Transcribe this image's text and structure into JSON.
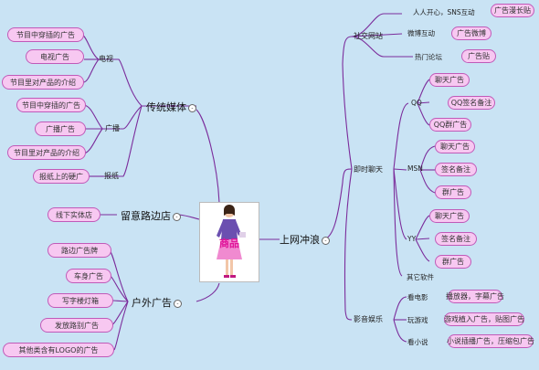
{
  "center": {
    "title": "商品"
  },
  "left": {
    "traditional": {
      "label": "传统媒体",
      "tv": {
        "label": "电视",
        "items": [
          "节目中穿插的广告",
          "电视广告",
          "节目里对产品的介绍"
        ]
      },
      "radio": {
        "label": "广播",
        "items": [
          "节目中穿插的广告",
          "广播广告",
          "节目里对产品的介绍"
        ]
      },
      "newspaper": {
        "label": "报纸",
        "items": [
          "报纸上的硬广"
        ]
      }
    },
    "roadside": {
      "label": "留意路边店",
      "items": [
        "线下实体店"
      ]
    },
    "outdoor": {
      "label": "户外广告",
      "items": [
        "路边广告牌",
        "车身广告",
        "写字楼灯箱",
        "发放路别广告",
        "其他类含有LOGO的广告"
      ]
    }
  },
  "right": {
    "online": {
      "label": "上网冲浪",
      "social": {
        "label": "社交网站",
        "rows": [
          {
            "label": "人人开心，SNS互动",
            "item": "广告漫长贴"
          },
          {
            "label": "微博互动",
            "item": "广告微博"
          },
          {
            "label": "热门论坛",
            "item": "广告贴"
          }
        ]
      },
      "im": {
        "label": "即时聊天",
        "qq": {
          "label": "QQ",
          "items": [
            "聊天广告",
            "QQ签名备注",
            "QQ群广告"
          ]
        },
        "msn": {
          "label": "MSN",
          "items": [
            "聊天广告",
            "签名备注",
            "群广告"
          ]
        },
        "yy": {
          "label": "YY",
          "items": [
            "聊天广告",
            "签名备注",
            "群广告"
          ]
        },
        "other": "其它软件"
      },
      "media": {
        "label": "影音娱乐",
        "rows": [
          {
            "label": "看电影",
            "item": "播放器，字幕广告"
          },
          {
            "label": "玩游戏",
            "item": "游戏植入广告，贴图广告"
          },
          {
            "label": "看小说",
            "item": "小说插播广告，压缩包广告"
          }
        ]
      }
    }
  },
  "colors": {
    "background": "#c9e3f4",
    "pill": "#f7c8f1",
    "pill_border": "#c05ab8",
    "line": "#7a2a9a"
  }
}
